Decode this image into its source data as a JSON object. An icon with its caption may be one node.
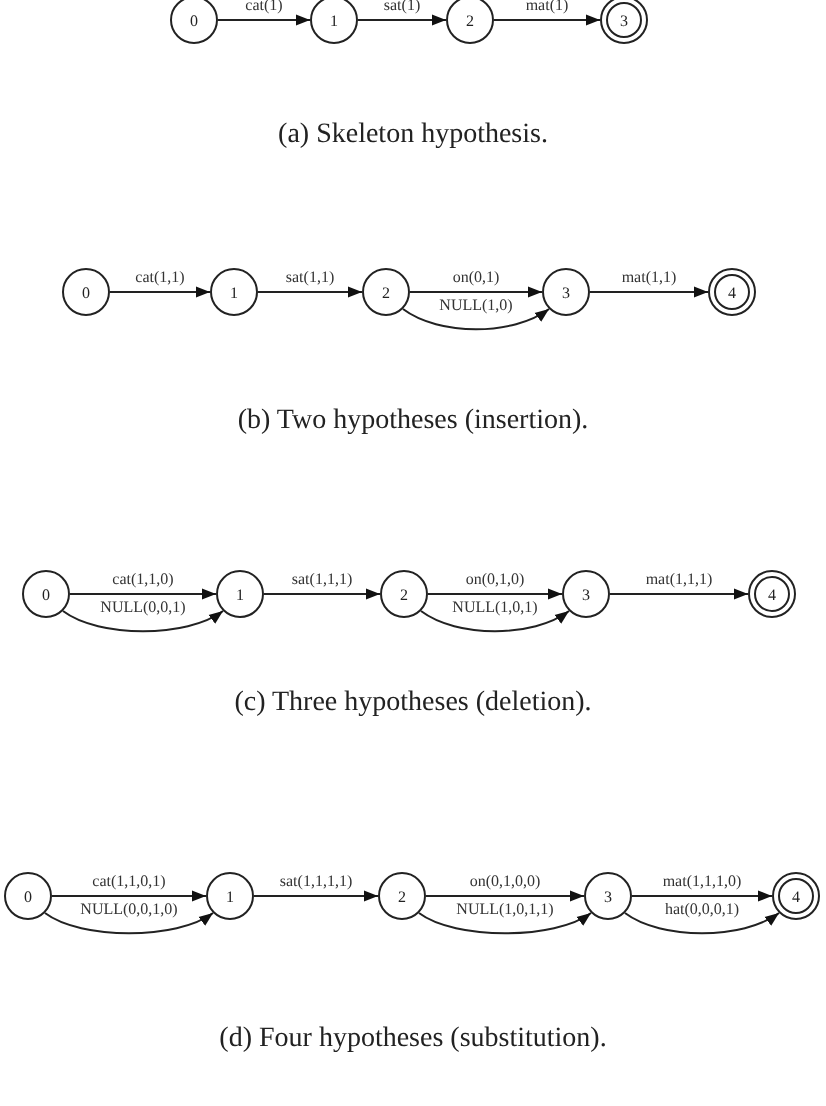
{
  "diagram": {
    "nodes": [
      {
        "text": [
          "0"
        ]
      },
      {
        "text": [
          "1"
        ]
      },
      {
        "text": [
          "2"
        ]
      },
      {
        "text": [
          "3"
        ]
      },
      {
        "text": [
          "0"
        ]
      },
      {
        "text": [
          "1"
        ]
      },
      {
        "text": [
          "2"
        ]
      },
      {
        "text": [
          "3"
        ]
      },
      {
        "text": [
          "4"
        ]
      },
      {
        "text": [
          "0"
        ]
      },
      {
        "text": [
          "1"
        ]
      },
      {
        "text": [
          "2"
        ]
      },
      {
        "text": [
          "3"
        ]
      },
      {
        "text": [
          "4"
        ]
      },
      {
        "text": [
          "0"
        ]
      },
      {
        "text": [
          "1"
        ]
      },
      {
        "text": [
          "2"
        ]
      },
      {
        "text": [
          "3"
        ]
      },
      {
        "text": [
          "4"
        ]
      }
    ],
    "edges": [
      {
        "from": 0,
        "to": 1,
        "arrow": "to",
        "label": "cat(1)"
      },
      {
        "from": 1,
        "to": 2,
        "arrow": "to",
        "label": "sat(1)"
      },
      {
        "from": 2,
        "to": 3,
        "arrow": "to",
        "label": "mat(1)"
      },
      {
        "from": 4,
        "to": 5,
        "arrow": "to",
        "label": "cat(1,1)"
      },
      {
        "from": 5,
        "to": 6,
        "arrow": "to",
        "label": "sat(1,1)"
      },
      {
        "from": 6,
        "to": 7,
        "arrow": "to",
        "label": "on(0,1)"
      },
      {
        "from": 6,
        "to": 7,
        "arrow": "to",
        "label": "NULL(1,0)"
      },
      {
        "from": 7,
        "to": 8,
        "arrow": "to",
        "label": "mat(1,1)"
      },
      {
        "from": 9,
        "to": 10,
        "arrow": "to",
        "label": "cat(1,1,0)"
      },
      {
        "from": 9,
        "to": 10,
        "arrow": "to",
        "label": "NULL(0,0,1)"
      },
      {
        "from": 10,
        "to": 11,
        "arrow": "to",
        "label": "sat(1,1,1)"
      },
      {
        "from": 11,
        "to": 12,
        "arrow": "to",
        "label": "on(0,1,0)"
      },
      {
        "from": 11,
        "to": 12,
        "arrow": "to",
        "label": "NULL(1,0,1)"
      },
      {
        "from": 12,
        "to": 13,
        "arrow": "to",
        "label": "mat(1,1,1)"
      },
      {
        "from": 14,
        "to": 15,
        "arrow": "to",
        "label": "cat(1,1,0,1)"
      },
      {
        "from": 14,
        "to": 15,
        "arrow": "to",
        "label": "NULL(0,0,1,0)"
      },
      {
        "from": 15,
        "to": 16,
        "arrow": "to",
        "label": "sat(1,1,1,1)"
      },
      {
        "from": 16,
        "to": 17,
        "arrow": "to",
        "label": "on(0,1,0,0)"
      },
      {
        "from": 16,
        "to": 17,
        "arrow": "to",
        "label": "NULL(1,0,1,1)"
      },
      {
        "from": 17,
        "to": 18,
        "arrow": "to",
        "label": "mat(1,1,1,0)"
      },
      {
        "from": 17,
        "to": 18,
        "arrow": "to",
        "label": "hat(0,0,0,1)"
      }
    ],
    "labels": [
      "(a) Skeleton hypothesis.",
      "(b) Two hypotheses (insertion).",
      "(c) Three hypotheses (deletion).",
      "(d) Four hypotheses (substitution)."
    ]
  }
}
